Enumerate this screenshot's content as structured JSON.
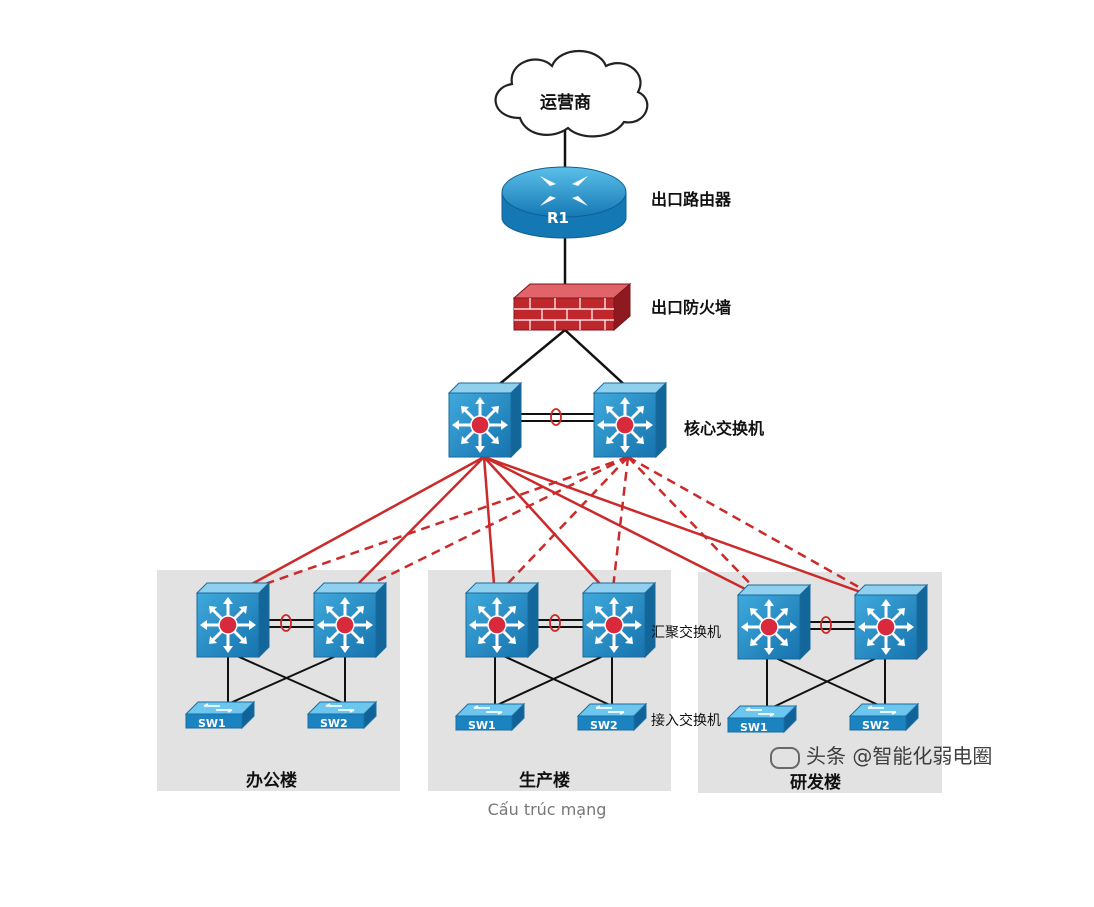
{
  "diagram": {
    "isp_label": "运营商",
    "router_name": "R1",
    "router_label": "出口路由器",
    "firewall_label": "出口防火墙",
    "core_label": "核心交换机",
    "aggregation_label": "汇聚交换机",
    "access_label": "接入交换机",
    "buildings": [
      {
        "name": "办公楼",
        "sw1": "SW1",
        "sw2": "SW2"
      },
      {
        "name": "生产楼",
        "sw1": "SW1",
        "sw2": "SW2"
      },
      {
        "name": "研发楼",
        "sw1": "SW1",
        "sw2": "SW2"
      }
    ],
    "watermark": "头条 @智能化弱电圈"
  },
  "caption": "Cấu trúc mạng",
  "colors": {
    "device_blue": "#1a8bc8",
    "link_red": "#cc2a2a",
    "building_bg": "#e2e2e2",
    "firewall_red": "#c0272d"
  }
}
